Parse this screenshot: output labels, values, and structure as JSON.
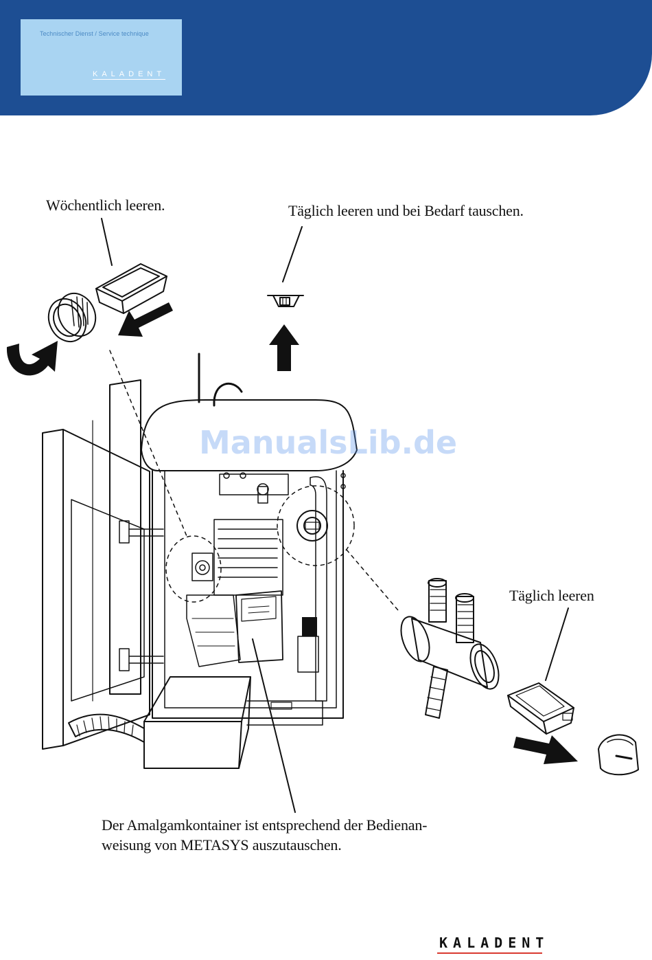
{
  "header": {
    "subtitle": "Technischer Dienst / Service technique",
    "brand": "KALADENT"
  },
  "labels": {
    "weekly": "Wöchentlich leeren.",
    "daily_replace": "Täglich leeren und bei Bedarf tauschen.",
    "daily": "Täglich leeren"
  },
  "caption": {
    "line1": "Der Amalgamkontainer ist entsprechend der Bedienan-",
    "line2": "weisung von METASYS auszutauschen."
  },
  "watermark": "ManualsLib.de",
  "footer": {
    "brand": "KALADENT"
  },
  "colors": {
    "banner": "#1d4e93",
    "header_box": "#a9d4f2",
    "footer_rule": "#d9392f"
  }
}
